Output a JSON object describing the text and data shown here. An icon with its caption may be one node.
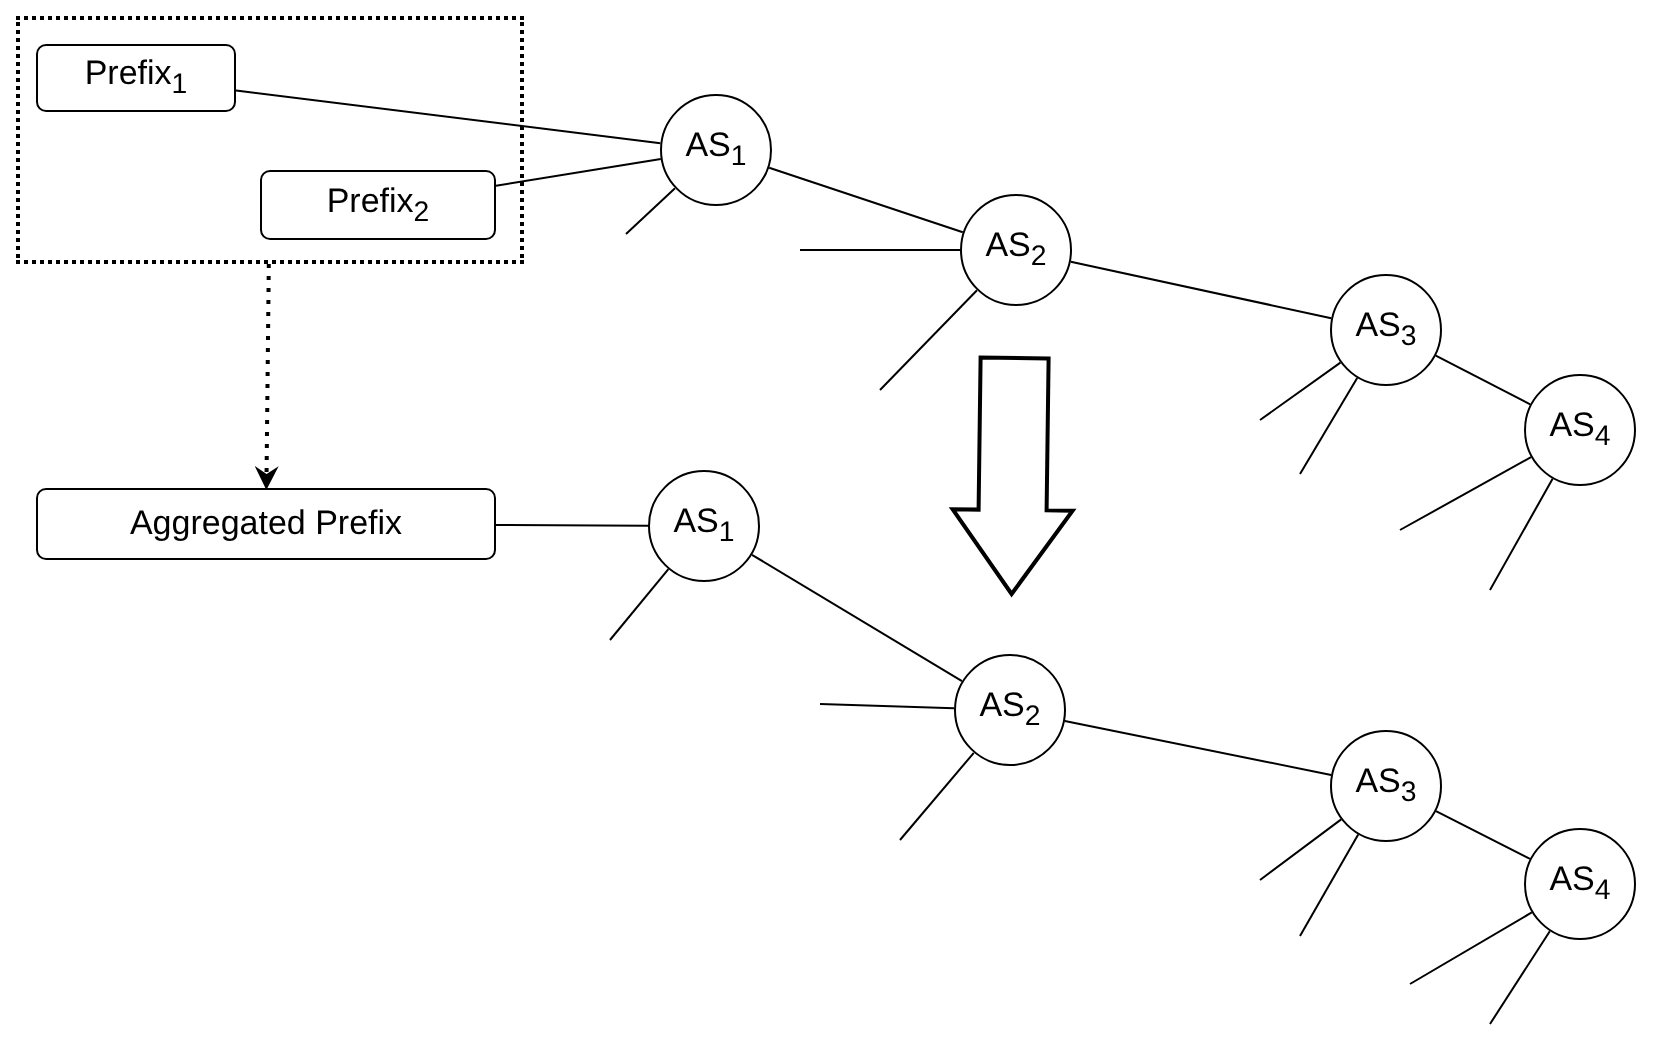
{
  "diagram": {
    "nodes": [
      {
        "text": [],
        "shape": "box"
      },
      {
        "text": [
          "Prefix$_{1}$"
        ],
        "in": 0
      },
      {
        "text": [
          "Prefix$_{2}$"
        ],
        "in": 0
      },
      {
        "text": [
          "AS$_{1}$"
        ]
      },
      {
        "text": [
          "AS$_{2}$"
        ]
      },
      {
        "text": [
          "AS$_{3}$"
        ]
      },
      {
        "text": [
          "AS$_{4}$"
        ]
      },
      {
        "text": [
          "Aggregated Prefix"
        ]
      },
      {
        "text": [
          "AS$_{1}$"
        ]
      },
      {
        "text": [
          "AS$_{2}$"
        ]
      },
      {
        "text": [
          "AS$_{3}$"
        ]
      },
      {
        "text": [
          "AS$_{4}$"
        ]
      }
    ],
    "edges": [
      {
        "from": 1,
        "to": 3,
        "arrow": "none"
      },
      {
        "from": 2,
        "to": 3,
        "arrow": "none"
      },
      {
        "from": 3,
        "to": 4,
        "arrow": "none"
      },
      {
        "from": 4,
        "to": 5,
        "arrow": "none"
      },
      {
        "from": 5,
        "to": 6,
        "arrow": "none"
      },
      {
        "from": null,
        "to": 3,
        "arrow": "none"
      },
      {
        "from": null,
        "to": 4,
        "arrow": "none"
      },
      {
        "from": null,
        "to": 4,
        "arrow": "none"
      },
      {
        "from": null,
        "to": 5,
        "arrow": "none"
      },
      {
        "from": null,
        "to": 5,
        "arrow": "none"
      },
      {
        "from": null,
        "to": 6,
        "arrow": "none"
      },
      {
        "from": null,
        "to": 6,
        "arrow": "none"
      },
      {
        "from": 0,
        "to": 7,
        "arrow": "to",
        "style": "dashed"
      },
      {
        "from": 7,
        "to": 8,
        "arrow": "none"
      },
      {
        "from": 8,
        "to": 9,
        "arrow": "none"
      },
      {
        "from": 9,
        "to": 10,
        "arrow": "none"
      },
      {
        "from": 10,
        "to": 11,
        "arrow": "none"
      },
      {
        "from": null,
        "to": 8,
        "arrow": "none"
      },
      {
        "from": null,
        "to": 9,
        "arrow": "none"
      },
      {
        "from": null,
        "to": 9,
        "arrow": "none"
      },
      {
        "from": null,
        "to": 10,
        "arrow": "none"
      },
      {
        "from": null,
        "to": 10,
        "arrow": "none"
      },
      {
        "from": null,
        "to": 11,
        "arrow": "none"
      },
      {
        "from": null,
        "to": 11,
        "arrow": "none"
      },
      {
        "from": 4,
        "to": 9,
        "arrow": "to",
        "style": "thick"
      }
    ]
  }
}
